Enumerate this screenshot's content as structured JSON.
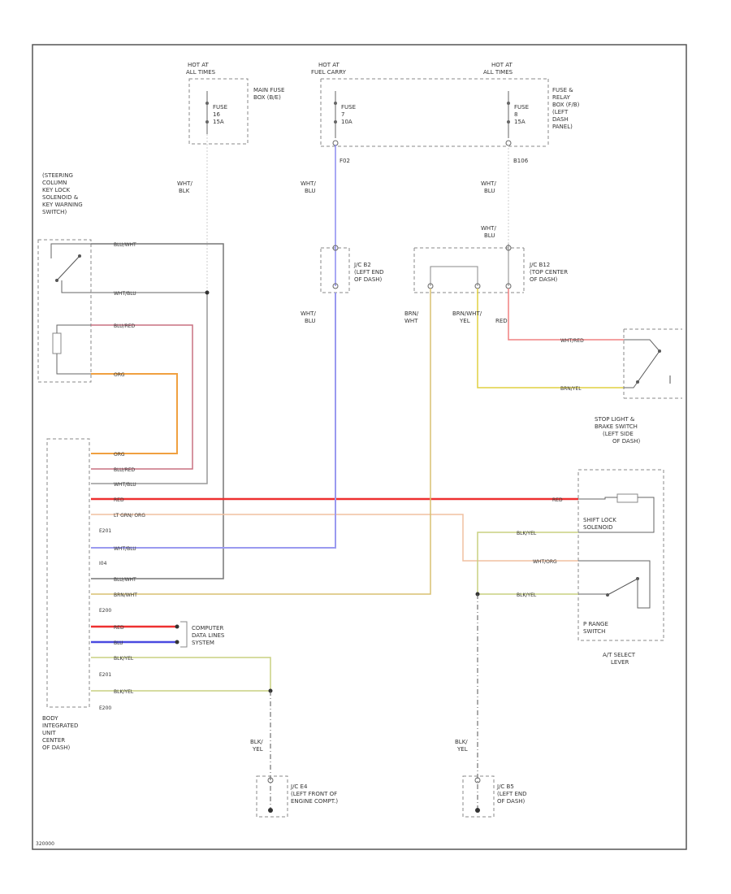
{
  "colors": {
    "frame": "#555555",
    "dash": "#888888",
    "blk_wht": "#6a6a6a",
    "wht_blu": "#8a8aa0",
    "blu_red": "#c86a7a",
    "org": "#f0a040",
    "red": "#ee3030",
    "lt_org": "#f0c0a0",
    "wht_blu_long": "#9a9af0",
    "brn_wht": "#d8c070",
    "blu": "#4a4ae0",
    "blk_yel": "#c8d080",
    "wht_red": "#f08080",
    "brn_yel": "#e0d040"
  },
  "fuse_boxes": [
    {
      "hot": "HOT AT",
      "when": "ALL TIMES",
      "fuse": "FUSE",
      "num": "16",
      "amp": "15A",
      "box": "MAIN FUSE BOX (B/E)"
    },
    {
      "hot": "HOT AT",
      "when": "FUEL CARRY",
      "fuse": "FUSE",
      "num": "7",
      "amp": "10A"
    },
    {
      "hot": "HOT AT",
      "when": "ALL TIMES",
      "fuse": "FUSE",
      "num": "8",
      "amp": "15A",
      "box": "FUSE & RELAY BOX (F/B) (LEFT DASH PANEL)"
    }
  ],
  "connectors": {
    "f02": "F02",
    "b106": "B106",
    "e201a": "E201",
    "e201b": "E201",
    "e200a": "E200",
    "e200b": "E200",
    "i04": "I04"
  },
  "junctions": {
    "jc_b2": "J/C B2 (LEFT END OF DASH)",
    "jc_b12": "J/C B12 (TOP CENTER OF DASH)",
    "jc_e4": "J/C E4 (LEFT FRONT OF ENGINE COMPT.)",
    "jc_b5": "J/C B5 (LEFT END OF DASH)"
  },
  "components": {
    "steering": "STEERING COLUMN KEY LOCK SOLENOID & KEY WARNING SWITCH",
    "stop_light": "STOP LIGHT & BRAKE SWITCH (LEFT SIDE OF DASH)",
    "body_unit": "BODY INTEGRATED UNIT CENTER OF DASH",
    "computer_lines": "COMPUTER DATA LINES SYSTEM",
    "at_lever": "A/T SELECT LEVER",
    "shift_lock": "SHIFT LOCK SOLENOID",
    "p_range": "P RANGE SWITCH"
  },
  "wires": {
    "wht_blk_1": "WHT/ BLK",
    "wht_blu_1": "WHT/ BLU",
    "wht_blu_2": "WHT/ BLU",
    "wht_blu_3": "WHT/ BLU",
    "blu_wht": "BLU/WHT",
    "wht_blu_s": "WHT/BLU",
    "blu_red": "BLU/RED",
    "org": "ORG",
    "org_b": "ORG",
    "blu_red_b": "BLU/RED",
    "wht_blu_b": "WHT/BLU",
    "red": "RED",
    "lt_org": "LT GRN/ ORG",
    "wht_blu_c": "WHT/BLU",
    "blu_wht_c": "BLU/WHT",
    "brn_wht_c": "BRN/WHT",
    "red_d": "RED",
    "blu_d": "BLU",
    "blk_yel_d": "BLK/YEL",
    "blk_yel_e": "BLK/YEL",
    "wht_blu_v": "WHT/ BLU",
    "brn_wht_v": "BRN/ WHT",
    "brn_wht_yel": "BRN/WHT/ YEL",
    "red_v": "RED",
    "wht_red": "WHT/RED",
    "brn_yel": "BRN/YEL",
    "red_r": "RED",
    "blk_yel_r": "BLK/YEL",
    "wht_org": "WHT/ORG",
    "blk_yel_r2": "BLK/YEL",
    "blk_yel_v1": "BLK/ YEL",
    "blk_yel_v2": "BLK/ YEL"
  },
  "footer": "320000"
}
